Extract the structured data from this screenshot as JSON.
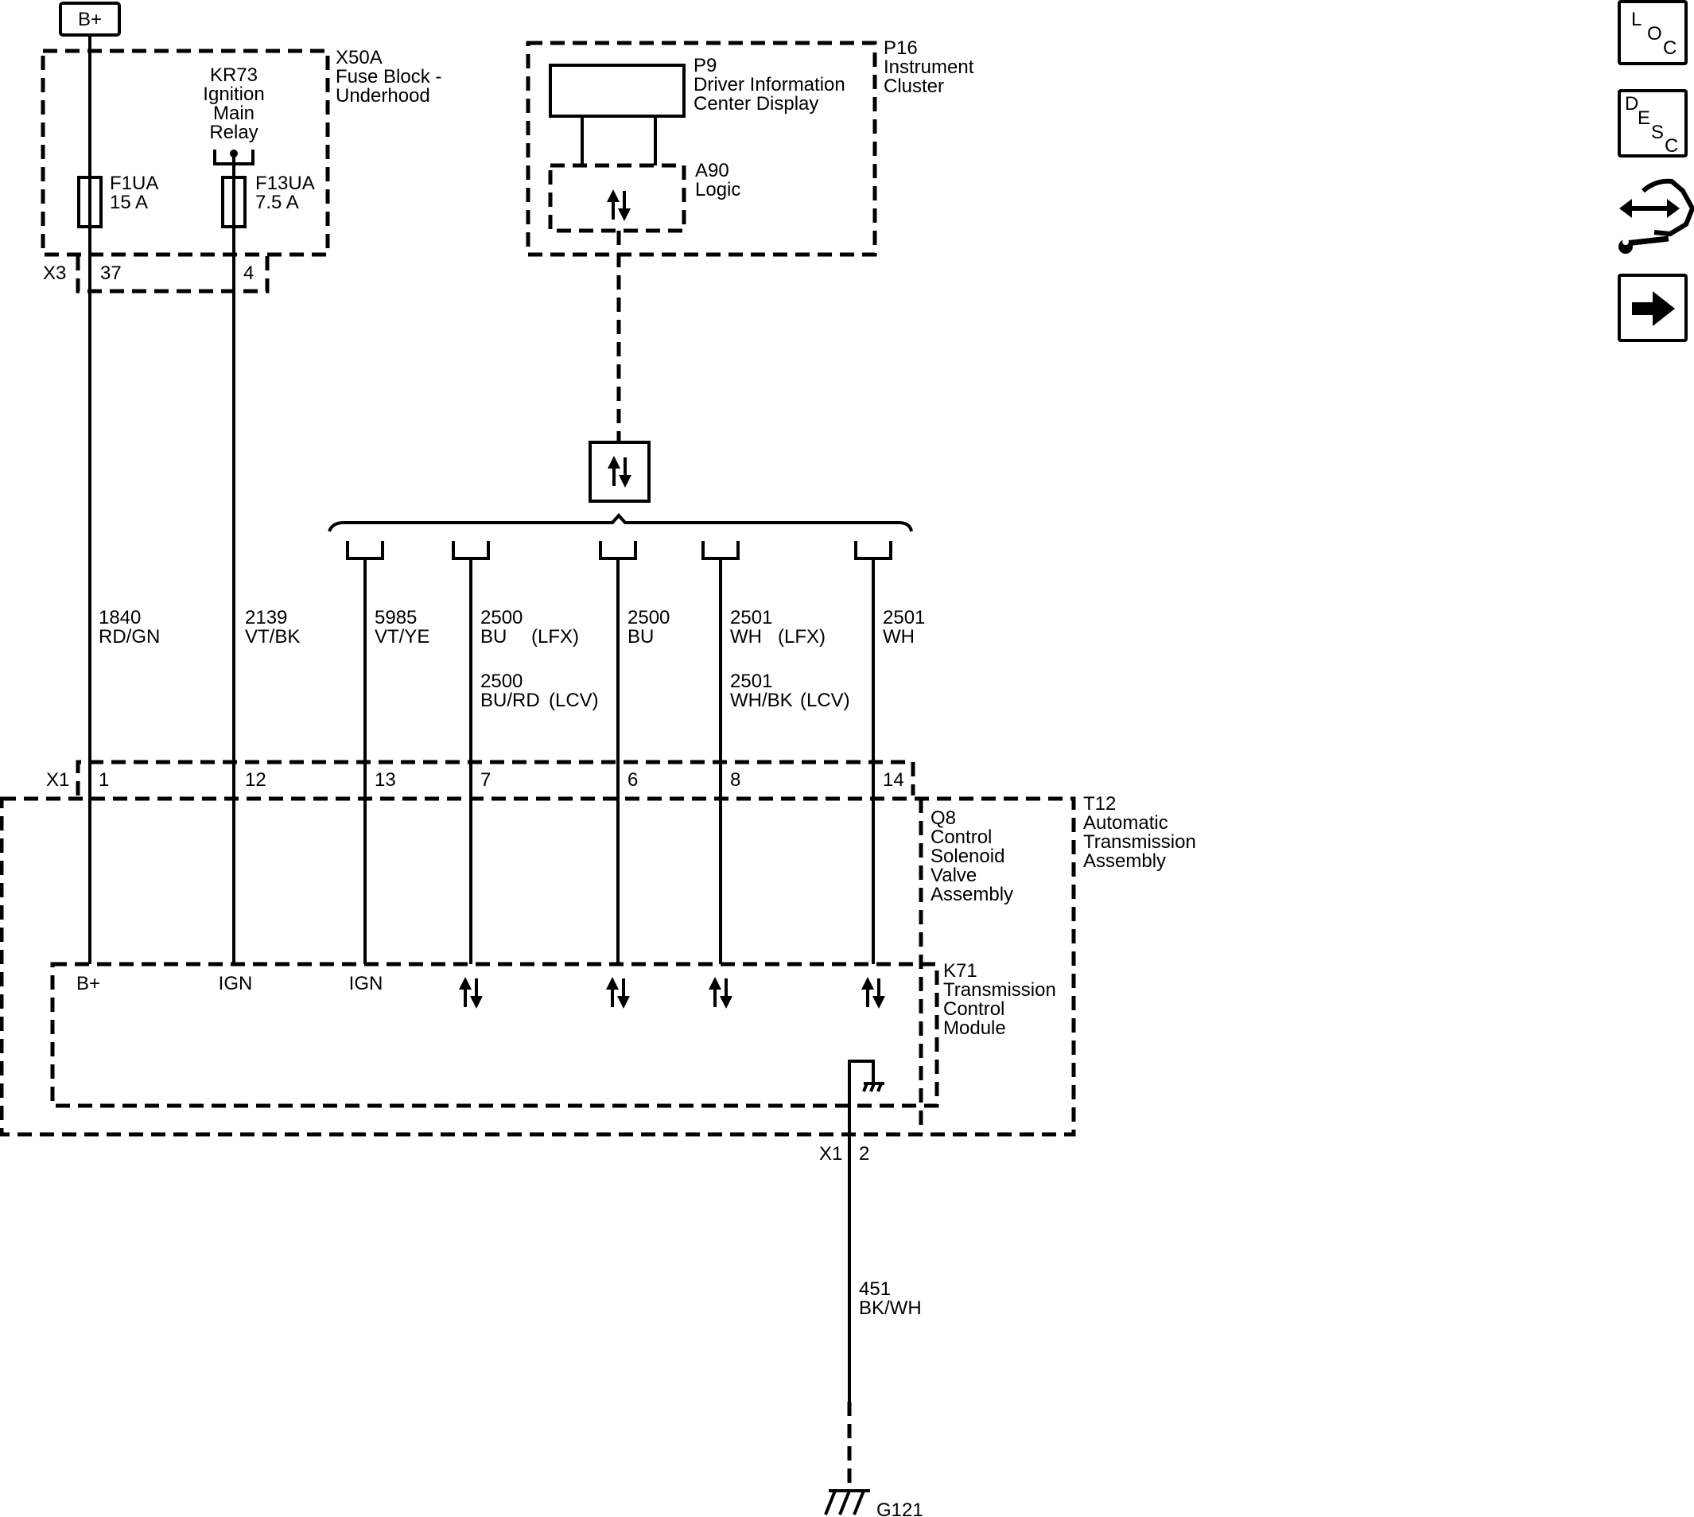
{
  "sidebar": {
    "loc": {
      "l": "L",
      "o": "O",
      "c": "C"
    },
    "desc": {
      "d": "D",
      "e": "E",
      "s": "S",
      "c": "C"
    },
    "icons": [
      "loc-button-icon",
      "desc-button-icon",
      "connector-wrench-icon",
      "next-arrow-icon"
    ]
  },
  "power": {
    "label": "B+"
  },
  "fuse_block": {
    "ref": "X50A",
    "name_line1": "Fuse Block -",
    "name_line2": "Underhood",
    "relay_ref": "KR73",
    "relay_line1": "Ignition",
    "relay_line2": "Main",
    "relay_line3": "Relay",
    "fuse1_ref": "F1UA",
    "fuse1_rating": "15 A",
    "fuse2_ref": "F13UA",
    "fuse2_rating": "7.5 A",
    "connector": "X3",
    "pin1": "37",
    "pin2": "4"
  },
  "cluster": {
    "ref": "P16",
    "name_line1": "Instrument",
    "name_line2": "Cluster",
    "display_ref": "P9",
    "display_line1": "Driver Information",
    "display_line2": "Center Display",
    "logic_ref": "A90",
    "logic_name": "Logic"
  },
  "wires": [
    {
      "circuit": "1840",
      "color": "RD/GN"
    },
    {
      "circuit": "2139",
      "color": "VT/BK"
    },
    {
      "circuit": "5985",
      "color": "VT/YE"
    },
    {
      "circuit": "2500",
      "color": "BU",
      "variant": "(LFX)",
      "alt_circuit": "2500",
      "alt_color": "BU/RD",
      "alt_variant": "(LCV)"
    },
    {
      "circuit": "2500",
      "color": "BU"
    },
    {
      "circuit": "2501",
      "color": "WH",
      "variant": "(LFX)",
      "alt_circuit": "2501",
      "alt_color": "WH/BK",
      "alt_variant": "(LCV)"
    },
    {
      "circuit": "2501",
      "color": "WH"
    }
  ],
  "x1": {
    "connector": "X1",
    "pins": [
      "1",
      "12",
      "13",
      "7",
      "6",
      "8",
      "14"
    ]
  },
  "transmission": {
    "ref": "T12",
    "name_line1": "Automatic",
    "name_line2": "Transmission",
    "name_line3": "Assembly",
    "solenoid_ref": "Q8",
    "solenoid_line1": "Control",
    "solenoid_line2": "Solenoid",
    "solenoid_line3": "Valve",
    "solenoid_line4": "Assembly"
  },
  "tcm": {
    "ref": "K71",
    "name_line1": "Transmission",
    "name_line2": "Control",
    "name_line3": "Module",
    "term_bplus": "B+",
    "term_ign1": "IGN",
    "term_ign2": "IGN"
  },
  "ground": {
    "connector": "X1",
    "pin": "2",
    "circuit": "451",
    "color": "BK/WH",
    "ref": "G121"
  }
}
